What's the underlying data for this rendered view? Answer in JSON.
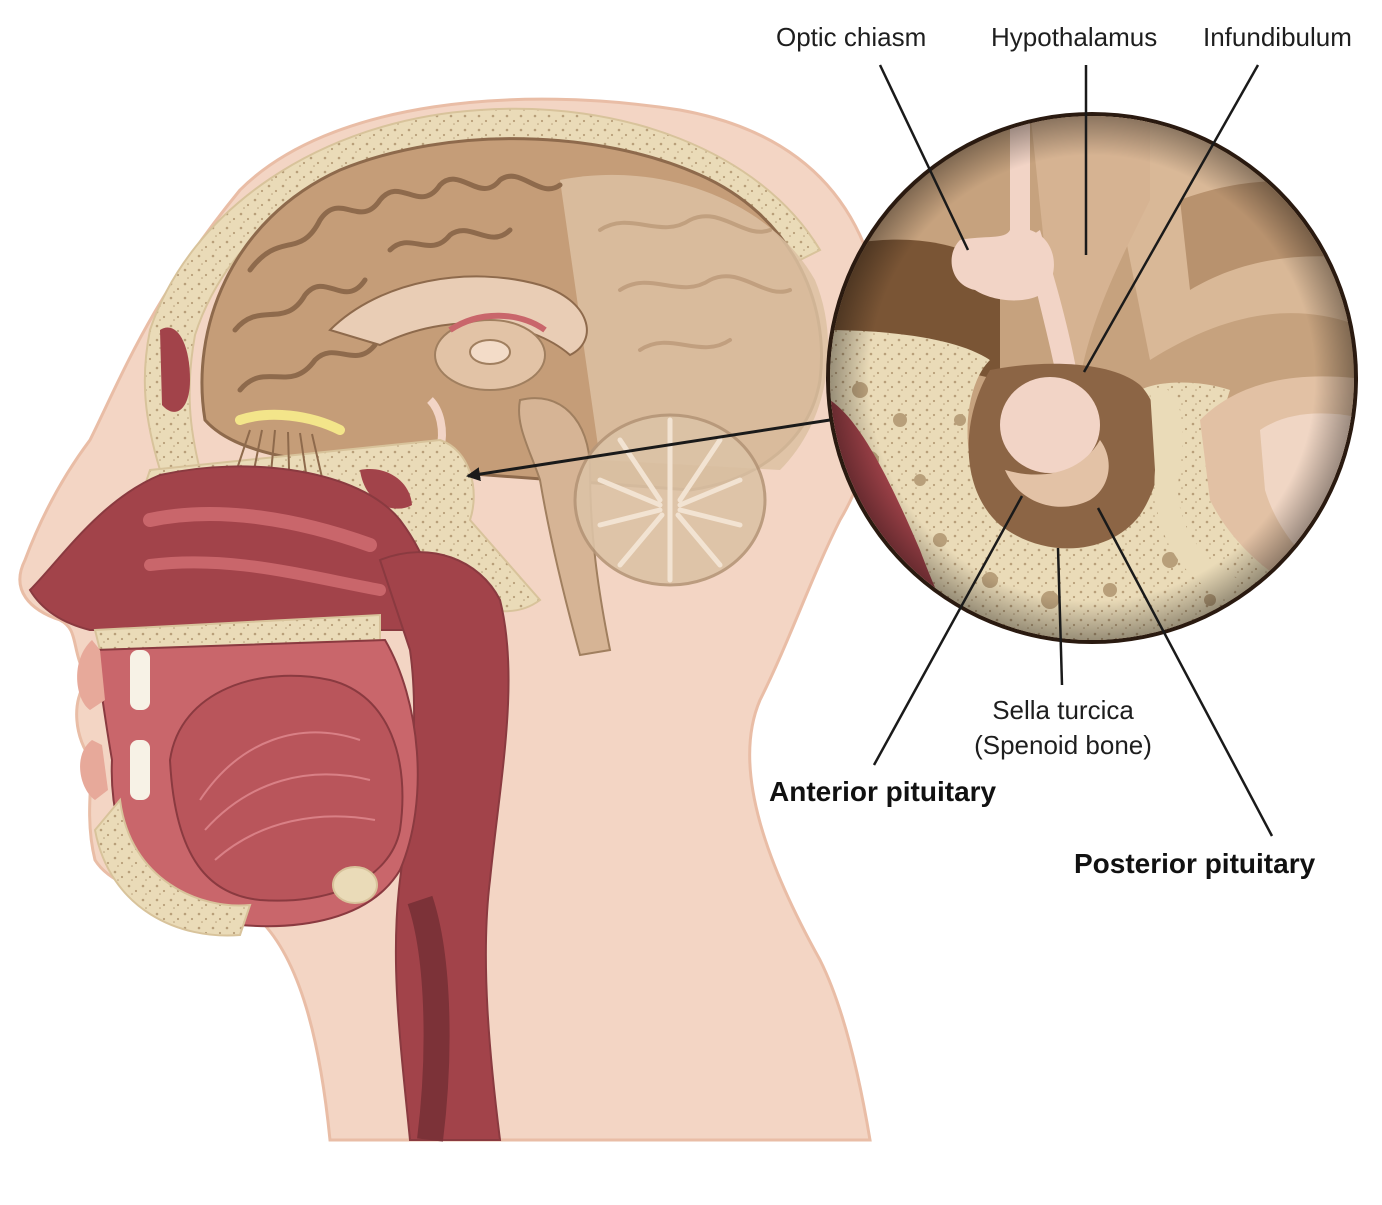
{
  "labels": {
    "optic_chiasm": "Optic chiasm",
    "hypothalamus": "Hypothalamus",
    "infundibulum": "Infundibulum",
    "sella_turcica": "Sella turcica",
    "spenoid_bone": "(Spenoid bone)",
    "anterior_pituitary": "Anterior pituitary",
    "posterior_pituitary": "Posterior pituitary"
  },
  "colors": {
    "skin": "#f3d5c4",
    "skin_edge": "#e9bda6",
    "bone": "#eadbb8",
    "bone_dots": "#b89f7a",
    "brain": "#c59d78",
    "brain_light": "#dcc1a2",
    "brain_dark": "#8e6a4c",
    "airway": "#a2434a",
    "airway_light": "#c9666b",
    "gland": "#f2d4c6",
    "cavity_dark": "#7a5535",
    "line": "#1a1a1a"
  }
}
